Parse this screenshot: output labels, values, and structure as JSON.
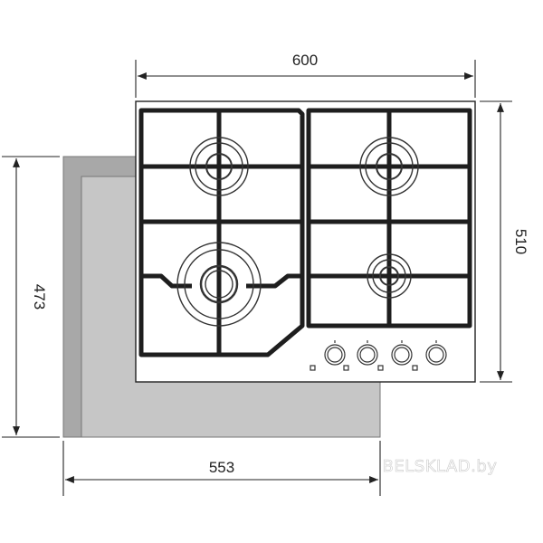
{
  "dimensions": {
    "width_top": "600",
    "depth_right": "510",
    "depth_left": "473",
    "width_bottom": "553"
  },
  "watermark": "BELSKLAD.by",
  "burners": [
    {
      "id": "rear-left",
      "size": "medium"
    },
    {
      "id": "rear-right",
      "size": "medium"
    },
    {
      "id": "front-left",
      "size": "large"
    },
    {
      "id": "front-right",
      "size": "small"
    }
  ],
  "knobs": [
    {
      "id": "knob-1"
    },
    {
      "id": "knob-2"
    },
    {
      "id": "knob-3"
    },
    {
      "id": "knob-4"
    }
  ],
  "colors": {
    "line": "#222222",
    "cutout_fill": "#c8c8c8",
    "cutout_shadow": "#a9a9a9",
    "grate": "#1e1e1e"
  }
}
